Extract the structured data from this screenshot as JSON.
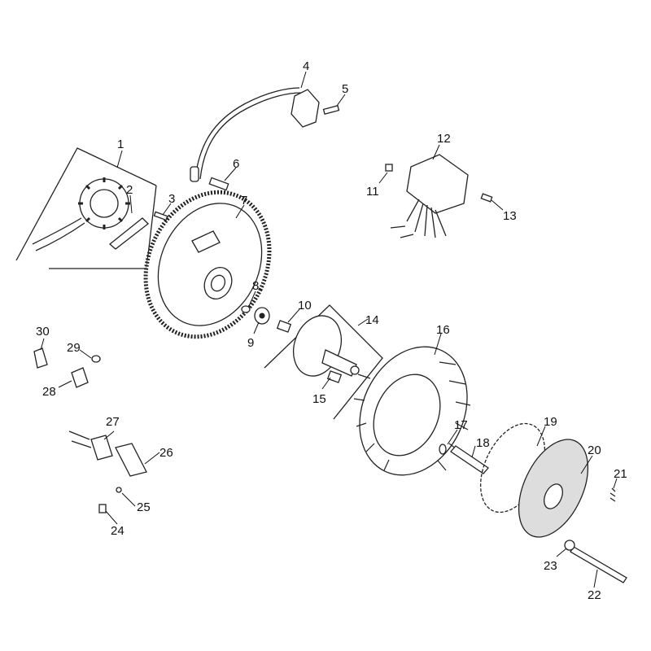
{
  "diagram": {
    "parts": [
      {
        "id": "part-1",
        "label": "1"
      },
      {
        "id": "part-2",
        "label": "2"
      },
      {
        "id": "part-3",
        "label": "3"
      },
      {
        "id": "part-4",
        "label": "4"
      },
      {
        "id": "part-5",
        "label": "5"
      },
      {
        "id": "part-6",
        "label": "6"
      },
      {
        "id": "part-7",
        "label": "7"
      },
      {
        "id": "part-8",
        "label": "8"
      },
      {
        "id": "part-9",
        "label": "9"
      },
      {
        "id": "part-10",
        "label": "10"
      },
      {
        "id": "part-11",
        "label": "11"
      },
      {
        "id": "part-12",
        "label": "12"
      },
      {
        "id": "part-13",
        "label": "13"
      },
      {
        "id": "part-14",
        "label": "14"
      },
      {
        "id": "part-15",
        "label": "15"
      },
      {
        "id": "part-16",
        "label": "16"
      },
      {
        "id": "part-17",
        "label": "17"
      },
      {
        "id": "part-18",
        "label": "18"
      },
      {
        "id": "part-19",
        "label": "19"
      },
      {
        "id": "part-20",
        "label": "20"
      },
      {
        "id": "part-21",
        "label": "21"
      },
      {
        "id": "part-22",
        "label": "22"
      },
      {
        "id": "part-23",
        "label": "23"
      },
      {
        "id": "part-24",
        "label": "24"
      },
      {
        "id": "part-25",
        "label": "25"
      },
      {
        "id": "part-26",
        "label": "26"
      },
      {
        "id": "part-27",
        "label": "27"
      },
      {
        "id": "part-28",
        "label": "28"
      },
      {
        "id": "part-29",
        "label": "29"
      },
      {
        "id": "part-30",
        "label": "30"
      }
    ]
  }
}
